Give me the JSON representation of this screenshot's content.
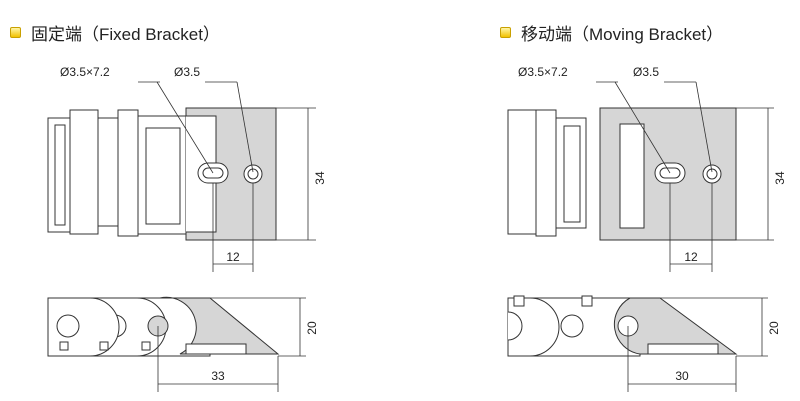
{
  "fixed": {
    "title": "固定端（Fixed Bracket）",
    "slot_label": "Ø3.5×7.2",
    "hole_label": "Ø3.5",
    "height_dim": "34",
    "hole_spacing_dim": "12",
    "side_height_dim": "20",
    "side_length_dim": "33"
  },
  "moving": {
    "title": "移动端（Moving Bracket）",
    "slot_label": "Ø3.5×7.2",
    "hole_label": "Ø3.5",
    "height_dim": "34",
    "hole_spacing_dim": "12",
    "side_height_dim": "20",
    "side_length_dim": "30"
  }
}
